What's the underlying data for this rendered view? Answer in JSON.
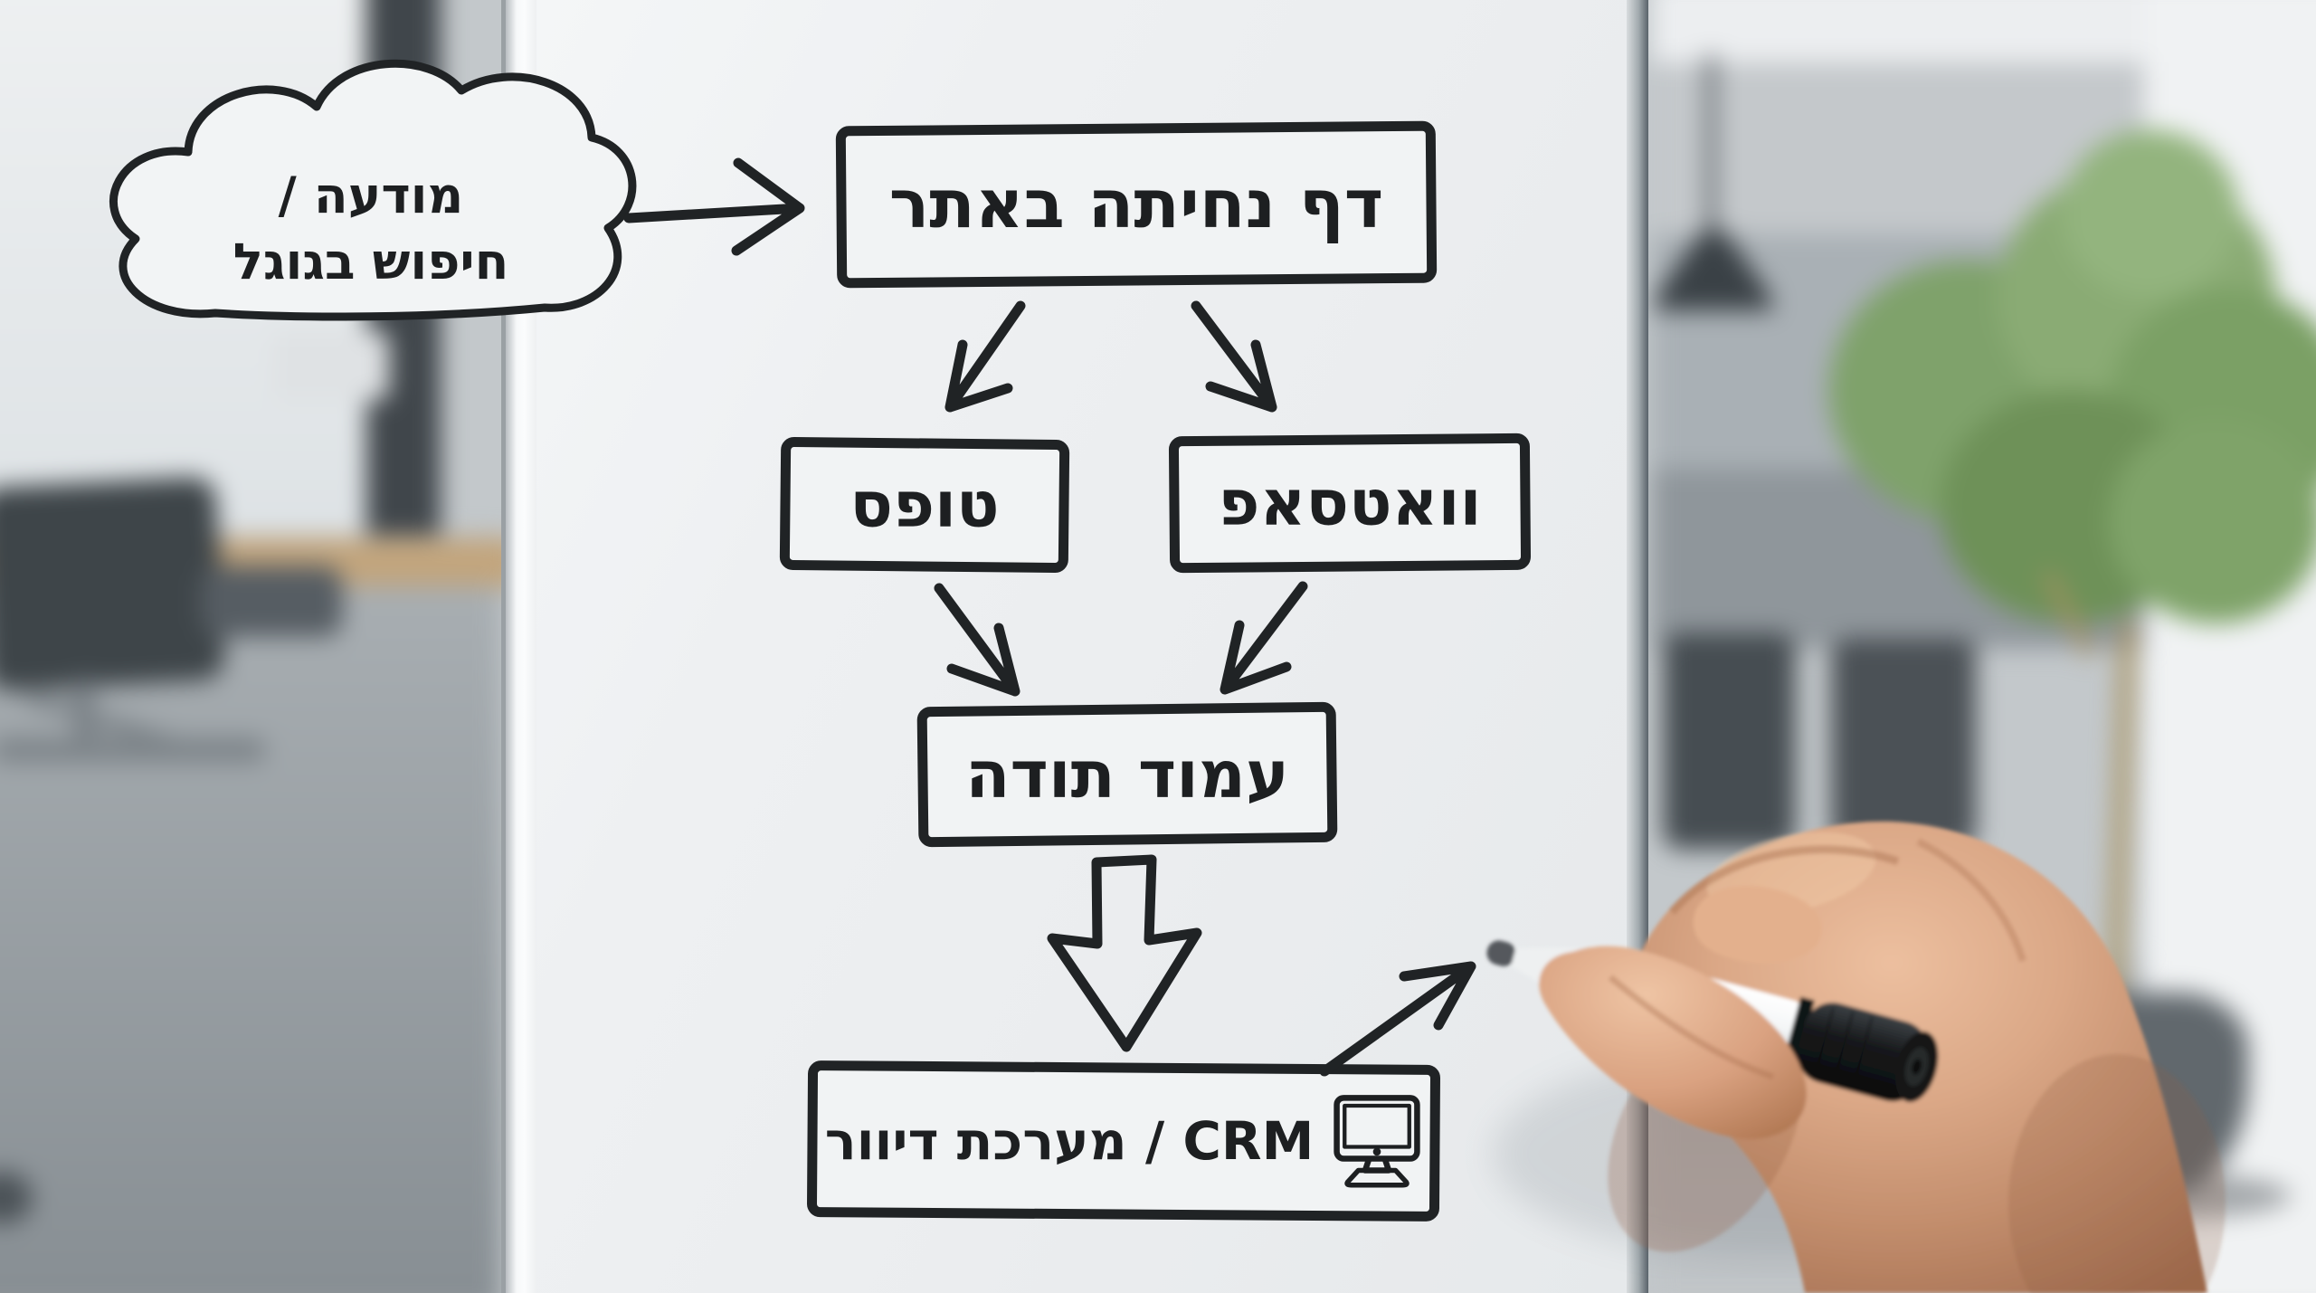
{
  "cloud": {
    "line1": "מודעה /",
    "line2": "חיפוש בגוגל"
  },
  "nodes": {
    "landing_page": {
      "label": "דף נחיתה באתר"
    },
    "form": {
      "label": "טופס"
    },
    "whatsapp": {
      "label": "וואטסאפ"
    },
    "thank_you": {
      "label": "עמוד תודה"
    },
    "crm": {
      "label": "CRM / מערכת דיוור",
      "icon": "computer-icon"
    }
  },
  "edges": [
    {
      "from": "cloud-ad-or-google-search",
      "to": "landing_page"
    },
    {
      "from": "landing_page",
      "to": "form"
    },
    {
      "from": "landing_page",
      "to": "whatsapp"
    },
    {
      "from": "form",
      "to": "thank_you"
    },
    {
      "from": "whatsapp",
      "to": "thank_you"
    },
    {
      "from": "thank_you",
      "to": "crm"
    },
    {
      "from": "annotation-arrow",
      "to": "marker-pen-tip"
    }
  ],
  "colors": {
    "ink": "#202325",
    "board": "#edeff1",
    "marker_body": "#f4f6f7",
    "marker_cap": "#141618",
    "plant_green": "#7fa26b",
    "skin": "#d9a684"
  }
}
